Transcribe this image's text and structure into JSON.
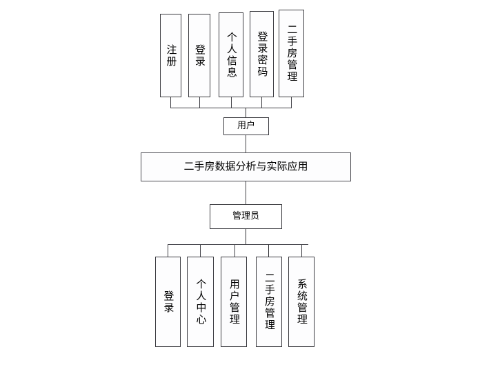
{
  "diagram": {
    "title": "二手房数据分析与实际应用",
    "type": "system-architecture-tree",
    "root": {
      "label": "二手房数据分析与实际应用",
      "orientation": "horizontal"
    },
    "roles": [
      {
        "id": "user",
        "label": "用户",
        "orientation": "horizontal"
      },
      {
        "id": "admin",
        "label": "管理员",
        "orientation": "horizontal"
      }
    ],
    "user_functions": [
      {
        "label": "注册",
        "orientation": "vertical"
      },
      {
        "label": "登录",
        "orientation": "vertical"
      },
      {
        "label": "个人信息",
        "orientation": "vertical"
      },
      {
        "label": "登录密码",
        "orientation": "vertical"
      },
      {
        "label": "二手房管理",
        "orientation": "vertical"
      }
    ],
    "admin_functions": [
      {
        "label": "登录",
        "orientation": "vertical"
      },
      {
        "label": "个人中心",
        "orientation": "vertical"
      },
      {
        "label": "用户管理",
        "orientation": "vertical"
      },
      {
        "label": "二手房管理",
        "orientation": "vertical"
      },
      {
        "label": "系统管理",
        "orientation": "vertical"
      }
    ],
    "colors": {
      "background": "#ffffff",
      "box_fill": "#fdfdfe",
      "box_border": "#3a3a3f",
      "connector": "#3f3f45",
      "text": "#000000"
    }
  }
}
